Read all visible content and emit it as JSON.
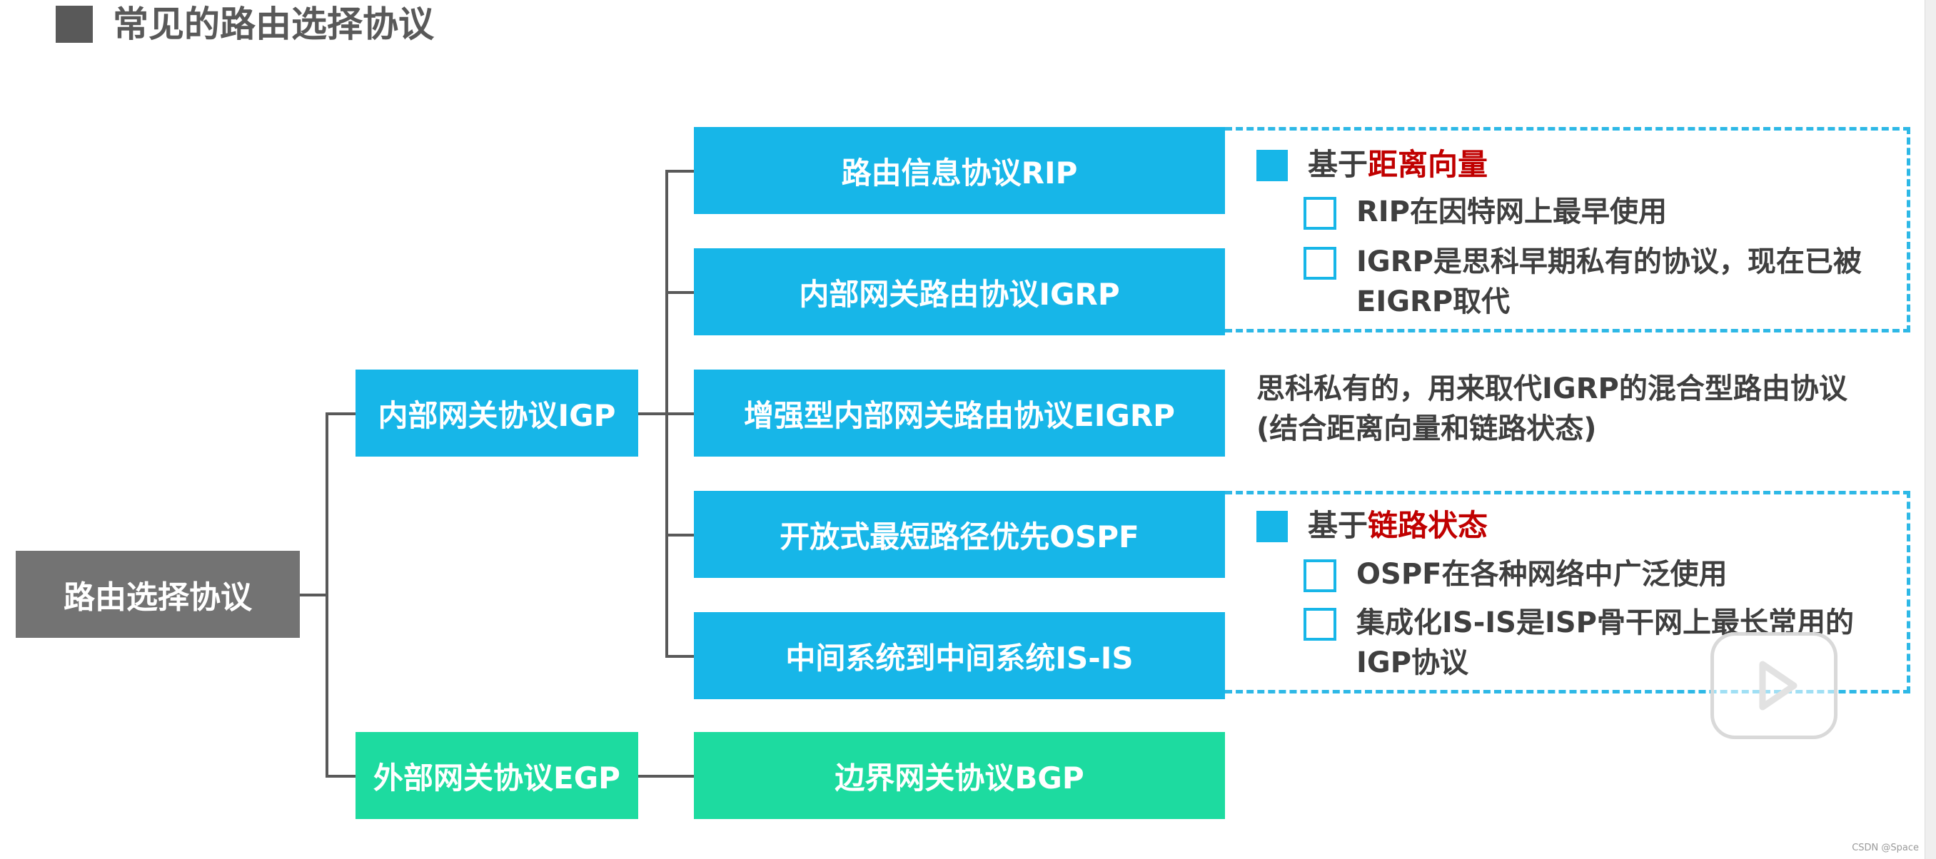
{
  "header": {
    "title": "常见的路由选择协议"
  },
  "diagram": {
    "root": "路由选择协议",
    "igp": "内部网关协议IGP",
    "egp": "外部网关协议EGP",
    "rip": "路由信息协议RIP",
    "igrp": "内部网关路由协议IGRP",
    "eigrp": "增强型内部网关路由协议EIGRP",
    "ospf": "开放式最短路径优先OSPF",
    "isis": "中间系统到中间系统IS-IS",
    "bgp": "边界网关协议BGP"
  },
  "notes": {
    "distance_vector": {
      "prefix": "基于",
      "highlight": "距离向量",
      "items": [
        "RIP在因特网上最早使用",
        "IGRP是思科早期私有的协议，现在已被",
        "EIGRP取代"
      ]
    },
    "eigrp": {
      "line1": "思科私有的，用来取代IGRP的混合型路由协议",
      "line2": "(结合距离向量和链路状态)"
    },
    "link_state": {
      "prefix": "基于",
      "highlight": "链路状态",
      "items": [
        "OSPF在各种网络中广泛使用",
        "集成化IS-IS是ISP骨干网上最长常用的",
        "IGP协议"
      ]
    }
  },
  "overlay": {
    "watermark": "CSDN @Space"
  },
  "colors": {
    "blue": "#17b6e8",
    "green": "#1ddba0",
    "gray": "#737373",
    "red": "#c00000",
    "dashed": "#2eb8e6"
  },
  "icons": {
    "title_marker": "filled-square",
    "bullet": "filled-square",
    "sub_bullet": "empty-square",
    "overlay": "play-icon"
  }
}
